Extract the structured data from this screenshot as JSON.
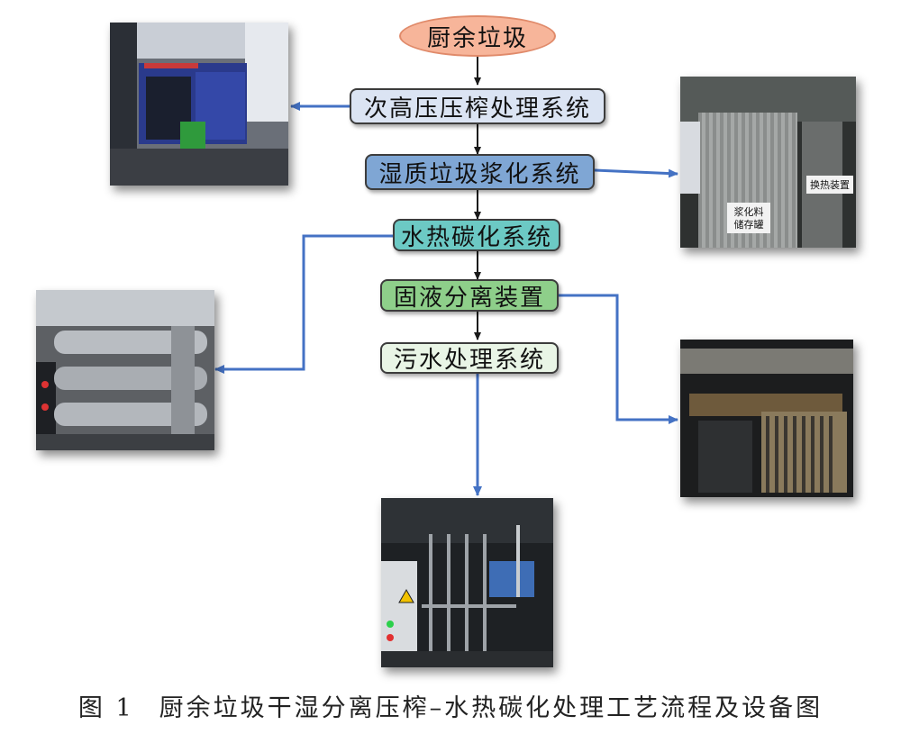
{
  "nodes": {
    "start": "厨余垃圾",
    "step1": "次高压压榨处理系统",
    "step2": "湿质垃圾浆化系统",
    "step3": "水热碳化系统",
    "step4": "固液分离装置",
    "step5": "污水处理系统"
  },
  "photos": {
    "slurry_label_line1": "浆化料",
    "slurry_label_line2": "储存罐",
    "heat_exchanger_label": "换热装置"
  },
  "caption": {
    "number": "图 1",
    "text": "厨余垃圾干湿分离压榨–水热碳化处理工艺流程及设备图"
  },
  "colors": {
    "arrow_black": "#1a1a1a",
    "arrow_blue": "#4472c4",
    "start_fill": "#f7b59a",
    "step1_fill": "#dbe4f3",
    "step2_fill": "#7fa6d4",
    "step3_fill": "#6cc9c4",
    "step4_fill": "#8ecf8a",
    "step5_fill": "#e9f5e6"
  }
}
